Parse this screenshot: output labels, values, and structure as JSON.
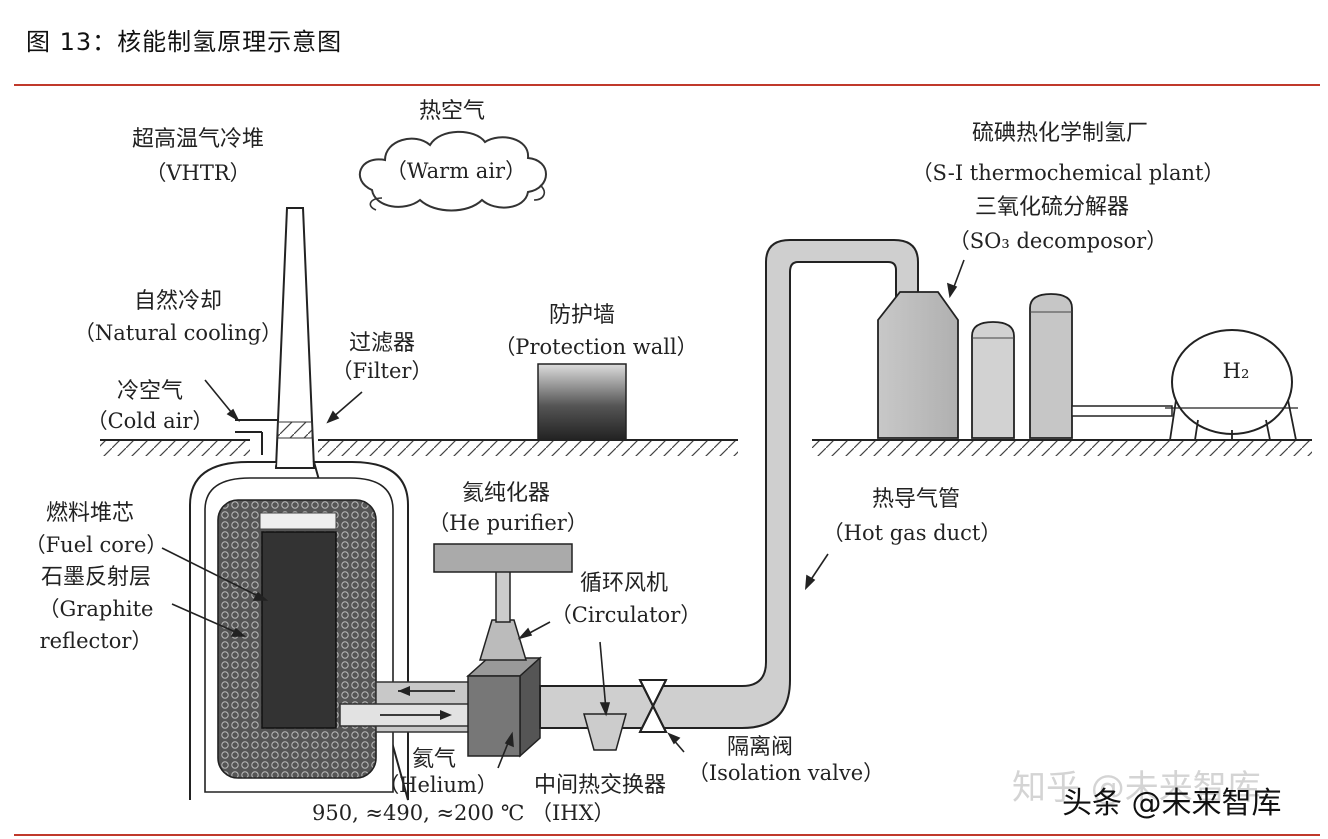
{
  "figure": {
    "title": "图  13：核能制氢原理示意图",
    "rule_color": "#c0392b"
  },
  "labels": {
    "vhtr_cn": "超高温气冷堆",
    "vhtr_en": "（VHTR）",
    "warm_air_cn": "热空气",
    "warm_air_en": "（Warm air）",
    "natural_cooling_cn": "自然冷却",
    "natural_cooling_en": "（Natural cooling）",
    "filter_cn": "过滤器",
    "filter_en": "（Filter）",
    "cold_air_cn": "冷空气",
    "cold_air_en": "（Cold air）",
    "protection_wall_cn": "防护墙",
    "protection_wall_en": "（Protection wall）",
    "si_plant_cn": "硫碘热化学制氢厂",
    "si_plant_en": "（S-I thermochemical plant）",
    "so3_cn": "三氧化硫分解器",
    "so3_en": "（SO₃ decomposor）",
    "h2": "H₂",
    "fuel_core_cn": "燃料堆芯",
    "fuel_core_en": "（Fuel core）",
    "graphite_cn": "石墨反射层",
    "graphite_en1": "（Graphite",
    "graphite_en2": "reflector）",
    "he_purifier_cn": "氦纯化器",
    "he_purifier_en": "（He purifier）",
    "circulator_cn": "循环风机",
    "circulator_en": "（Circulator）",
    "hot_gas_duct_cn": "热导气管",
    "hot_gas_duct_en": "（Hot gas duct）",
    "helium_cn": "氦气",
    "helium_en": "（Helium）",
    "temps": "950, ≈490, ≈200 ℃  （IHX）",
    "ihx_cn": "中间热交换器",
    "isolation_valve_cn": "隔离阀",
    "isolation_valve_en": "（Isolation valve）"
  },
  "watermark": {
    "faint": "知乎 @未来智库",
    "dark": "头条 @未来智库"
  }
}
